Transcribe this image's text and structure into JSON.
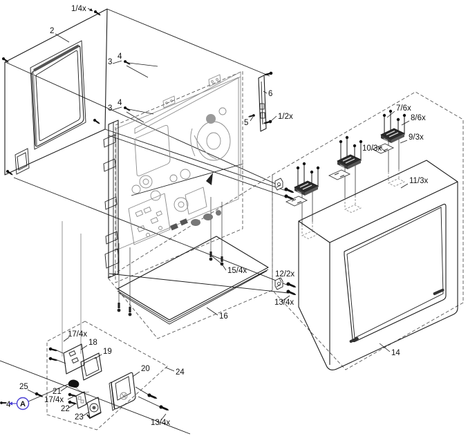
{
  "diagram": {
    "kind": "exploded-parts-assembly-diagram",
    "colors": {
      "balloon": "#4a3fd4",
      "line": "#1a1a1a",
      "detail": "#8a8a8a"
    },
    "callouts": {
      "qty_screws_front": "1/4x",
      "front_panel": "2",
      "screw3_top": "3",
      "washer4_top": "4",
      "screw3_bottom": "3",
      "washer4_bottom": "4",
      "screw5": "5",
      "bracket6": "6",
      "qty_bracket_screws": "1/2x",
      "screws7": "7/6x",
      "screws8": "8/6x",
      "retainer9": "9/3x",
      "plate10": "10/3x",
      "pad11": "11/3x",
      "clip12": "12/2x",
      "screws13_right": "13/4x",
      "monitor14": "14",
      "screws15": "15/4x",
      "plate16": "16",
      "screws17_top": "17/4x",
      "bracket18": "18",
      "frame19": "19",
      "bezel20": "20",
      "box24": "24",
      "screw25": "25",
      "spring21": "21",
      "screws17_bottom": "17/4x",
      "part22": "22",
      "connector23": "23",
      "screws13_bottom": "13/4x",
      "screw4_detail": "4",
      "balloon_a": "A"
    }
  }
}
